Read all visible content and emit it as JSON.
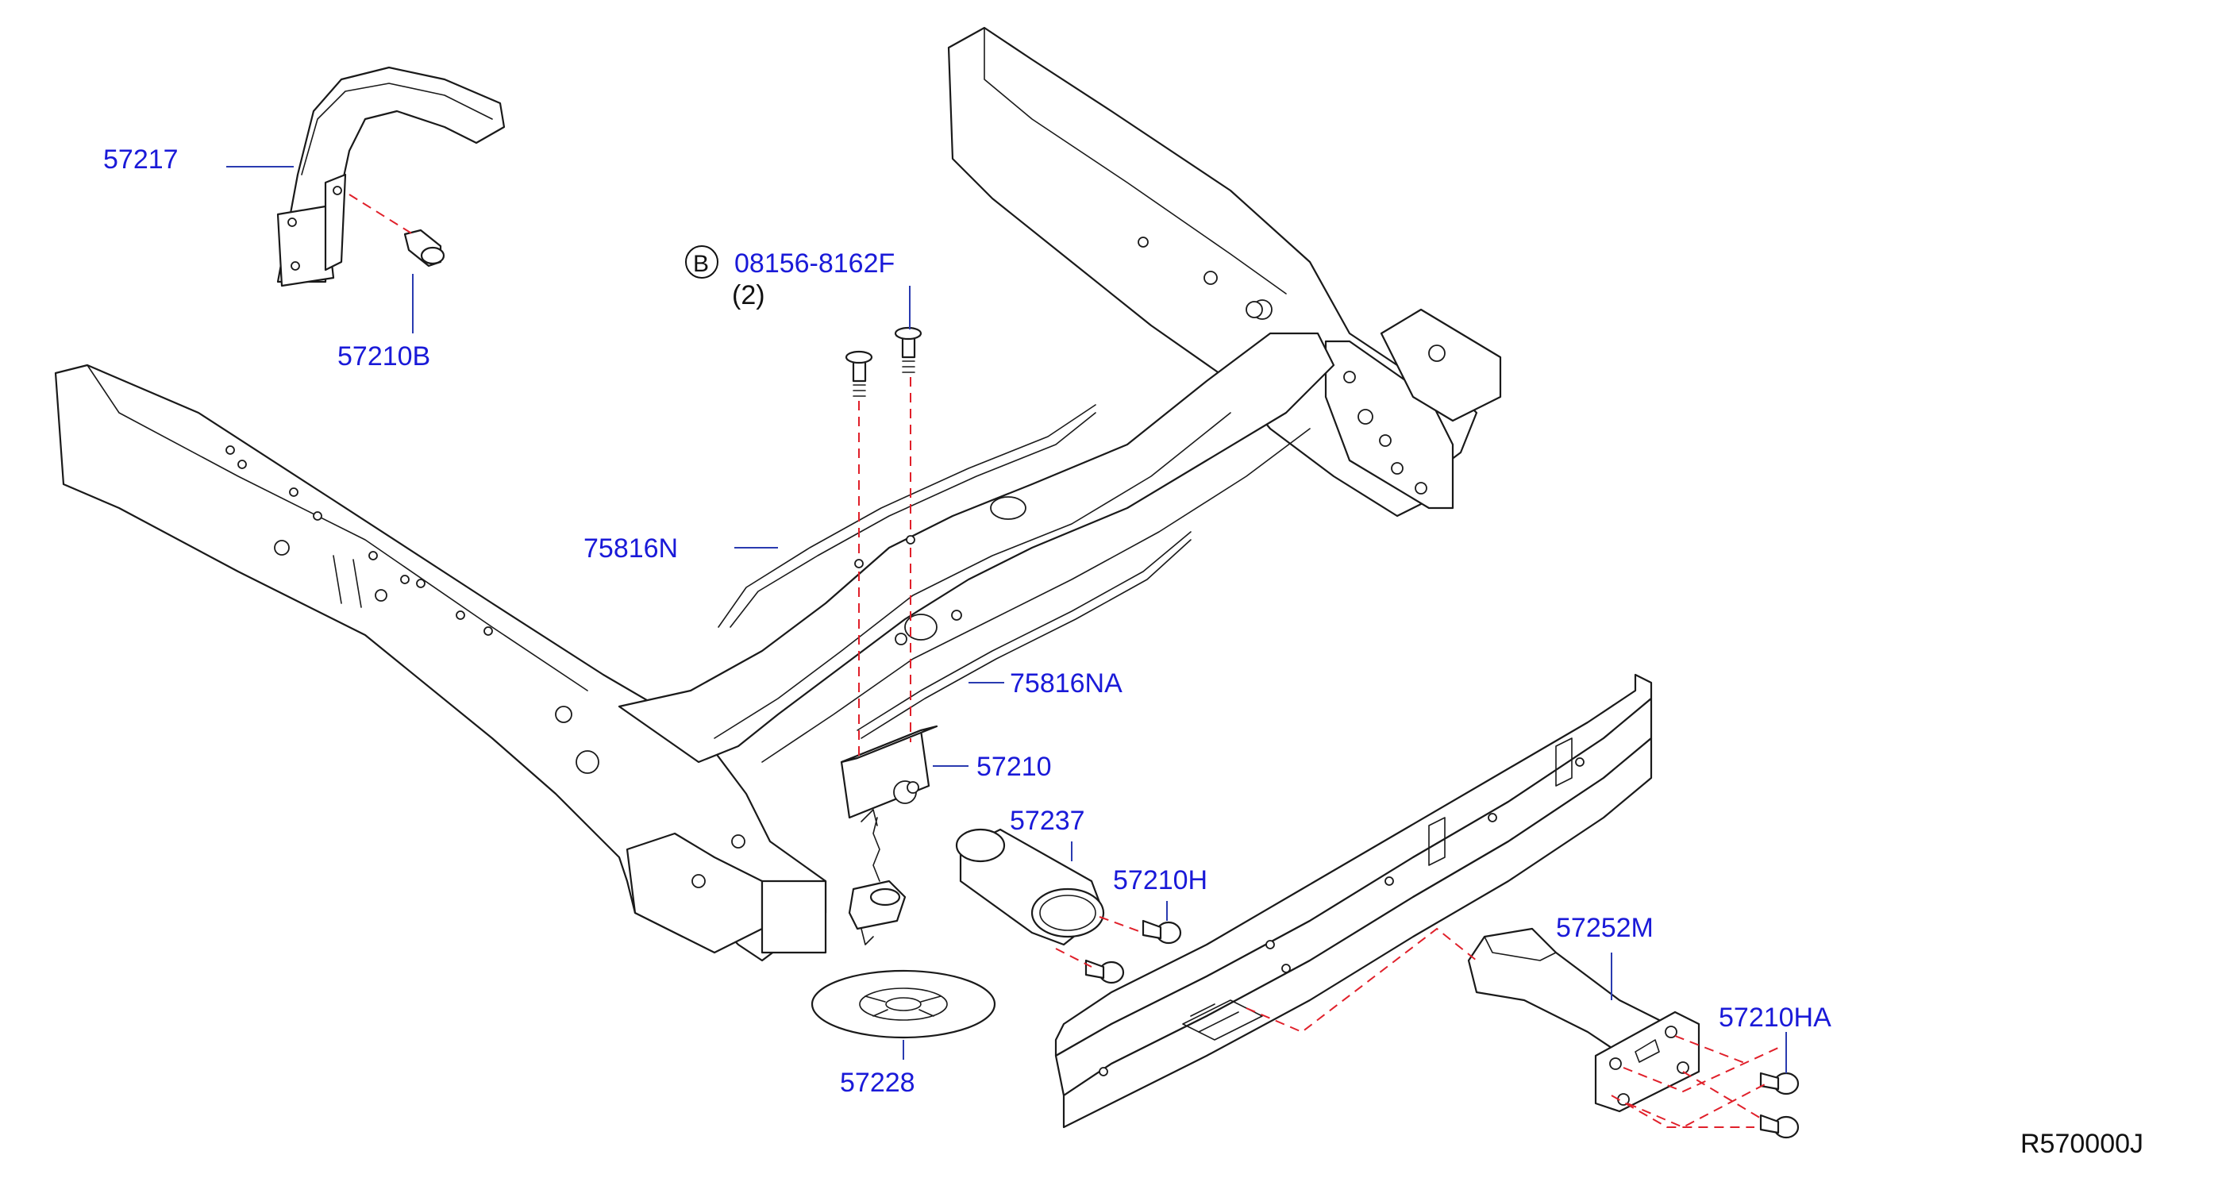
{
  "parts": [
    {
      "id": "p57217",
      "number": "57217"
    },
    {
      "id": "p57210B",
      "number": "57210B"
    },
    {
      "id": "p08156",
      "number": "08156-8162F",
      "marker": "B",
      "quantity": "(2)"
    },
    {
      "id": "p75816N",
      "number": "75816N"
    },
    {
      "id": "p75816NA",
      "number": "75816NA"
    },
    {
      "id": "p57210",
      "number": "57210"
    },
    {
      "id": "p57237",
      "number": "57237"
    },
    {
      "id": "p57210H",
      "number": "57210H"
    },
    {
      "id": "p57252M",
      "number": "57252M"
    },
    {
      "id": "p57210HA",
      "number": "57210HA"
    },
    {
      "id": "p57228",
      "number": "57228"
    }
  ],
  "diagram_ref": "R570000J",
  "colors": {
    "label": "#1a1ad8",
    "leader": "#2a3bb0",
    "dash": "#e0202a",
    "line": "#1a1a1a"
  }
}
